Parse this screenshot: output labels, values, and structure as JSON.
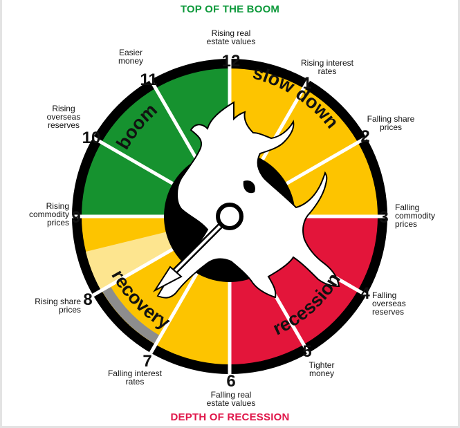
{
  "titles": {
    "top": "TOP OF THE BOOM",
    "bottom": "DEPTH OF RECESSION"
  },
  "phases": {
    "slow_down": "slow down",
    "recession": "recession",
    "recovery": "recovery",
    "boom": "boom"
  },
  "positions": [
    {
      "number": "1",
      "label": [
        "Rising interest",
        "rates"
      ]
    },
    {
      "number": "2",
      "label": [
        "Falling share",
        "prices"
      ]
    },
    {
      "number": "3",
      "label": [
        "Falling",
        "commodity",
        "prices"
      ]
    },
    {
      "number": "4",
      "label": [
        "Falling",
        "overseas",
        "reserves"
      ]
    },
    {
      "number": "5",
      "label": [
        "Tighter",
        "money"
      ]
    },
    {
      "number": "6",
      "label": [
        "Falling real",
        "estate values"
      ]
    },
    {
      "number": "7",
      "label": [
        "Falling interest",
        "rates"
      ]
    },
    {
      "number": "8",
      "label": [
        "Rising share",
        "prices"
      ]
    },
    {
      "number": "9",
      "label": [
        "Rising",
        "commodity",
        "prices"
      ]
    },
    {
      "number": "10",
      "label": [
        "Rising",
        "overseas",
        "reserves"
      ]
    },
    {
      "number": "11",
      "label": [
        "Easier",
        "money"
      ]
    },
    {
      "number": "12",
      "label": [
        "Rising real",
        "estate values"
      ]
    }
  ],
  "colors": {
    "boom": "#16922f",
    "slow_down": "#fdc400",
    "recession": "#e3153a",
    "recovery_dark": "#fdc400",
    "recovery_light": "#fde58f",
    "recovery_grey": "#8d8d8d",
    "rim": "#000000",
    "top_title": "#0f9a3c",
    "bottom_title": "#e0174a"
  },
  "icons": [
    "bull-icon",
    "clock-hand-icon"
  ]
}
